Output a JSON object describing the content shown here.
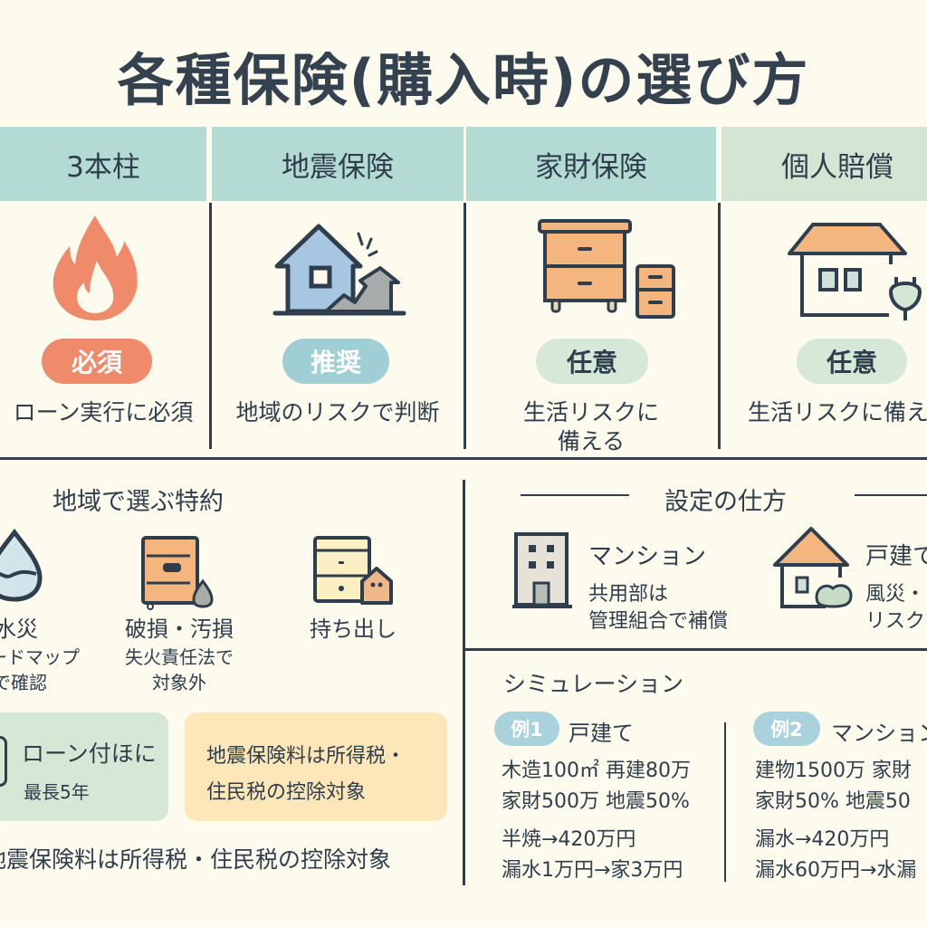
{
  "title": "各種保険(購入時)の選び方",
  "colors": {
    "background": "#fdfaee",
    "text": "#2f3e4c",
    "tab_teal": "#b3dbd4",
    "tab_green": "#d4e6d3",
    "badge_required": "#ef8a6a",
    "badge_recommended": "#9fcfd5",
    "badge_optional": "#d6e8d8",
    "orange_fill": "#f5b57e",
    "note_green": "#d5e7d5",
    "note_yellow": "#fde6b8"
  },
  "columns": [
    {
      "header": "3本柱",
      "icon": "fire-icon",
      "badge": "必須",
      "desc": "ローン実行に必須"
    },
    {
      "header": "地震保険",
      "icon": "earthquake-house-icon",
      "badge": "推奨",
      "desc": "地域のリスクで判断"
    },
    {
      "header": "家財保険",
      "icon": "furniture-icon",
      "badge": "任意",
      "desc": "生活リスクに",
      "desc2": "備える"
    },
    {
      "header": "個人賠償",
      "icon": "house-plug-icon",
      "badge": "任意",
      "desc": "生活リスクに備え"
    }
  ],
  "regional": {
    "title": "地域で選ぶ特約",
    "items": [
      {
        "icon": "water-drop-icon",
        "label": "水災",
        "sub1": "ハザードマップ",
        "sub2": "で確認"
      },
      {
        "icon": "cabinet-leak-icon",
        "label": "破損・汚損",
        "sub1": "失火責任法で",
        "sub2": "対象外"
      },
      {
        "icon": "drawer-tag-icon",
        "label": "持ち出し",
        "sub1": "",
        "sub2": ""
      }
    ],
    "note_green": {
      "line1": "ローン付ほに",
      "line2": "最長5年"
    },
    "note_yellow": {
      "line1": "地震保険料は所得税・",
      "line2": "住民税の控除対象"
    },
    "footer": "地震保険料は所得税・住民税の控除対象"
  },
  "settings": {
    "title": "設定の仕方",
    "items": [
      {
        "icon": "building-icon",
        "title": "マンション",
        "sub1": "共用部は",
        "sub2": "管理組合で補償"
      },
      {
        "icon": "detached-house-icon",
        "title": "戸建て",
        "sub1": "風災・",
        "sub2": "リスク"
      }
    ]
  },
  "simulation": {
    "title": "シミュレーション",
    "cases": [
      {
        "pill": "例1",
        "type": "戸建て",
        "lines": [
          "木造100㎡ 再建80万",
          "家財500万 地震50%",
          "半焼→420万円",
          "漏水1万円→家3万円"
        ]
      },
      {
        "pill": "例2",
        "type": "マンション",
        "lines": [
          "建物1500万 家財",
          "家財50% 地震50",
          "漏水→420万円",
          "漏水60万円→水漏"
        ]
      }
    ]
  }
}
